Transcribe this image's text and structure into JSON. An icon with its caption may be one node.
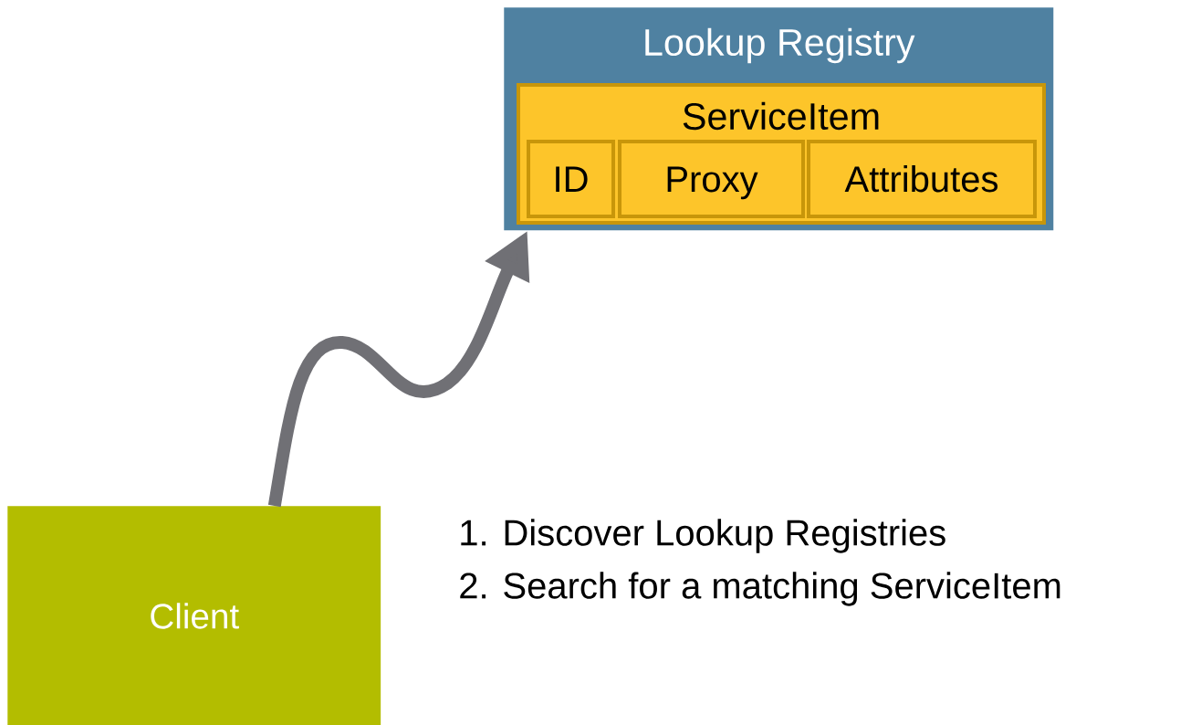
{
  "diagram": {
    "nodes": [
      {
        "text": [
          "Lookup Registry"
        ]
      },
      {
        "text": [
          "ServiceItem"
        ],
        "in": 0
      },
      {
        "text": [
          "ID"
        ],
        "in": 1
      },
      {
        "text": [
          "Proxy"
        ],
        "in": 1
      },
      {
        "text": [
          "Attributes"
        ],
        "in": 1
      },
      {
        "text": [
          "Client"
        ]
      }
    ],
    "edges": [
      {
        "from": 5,
        "to": 0,
        "arrow": "to"
      }
    ],
    "labels": [
      "1.  Discover Lookup Registries",
      "2.  Search for a matching ServiceItem"
    ]
  }
}
